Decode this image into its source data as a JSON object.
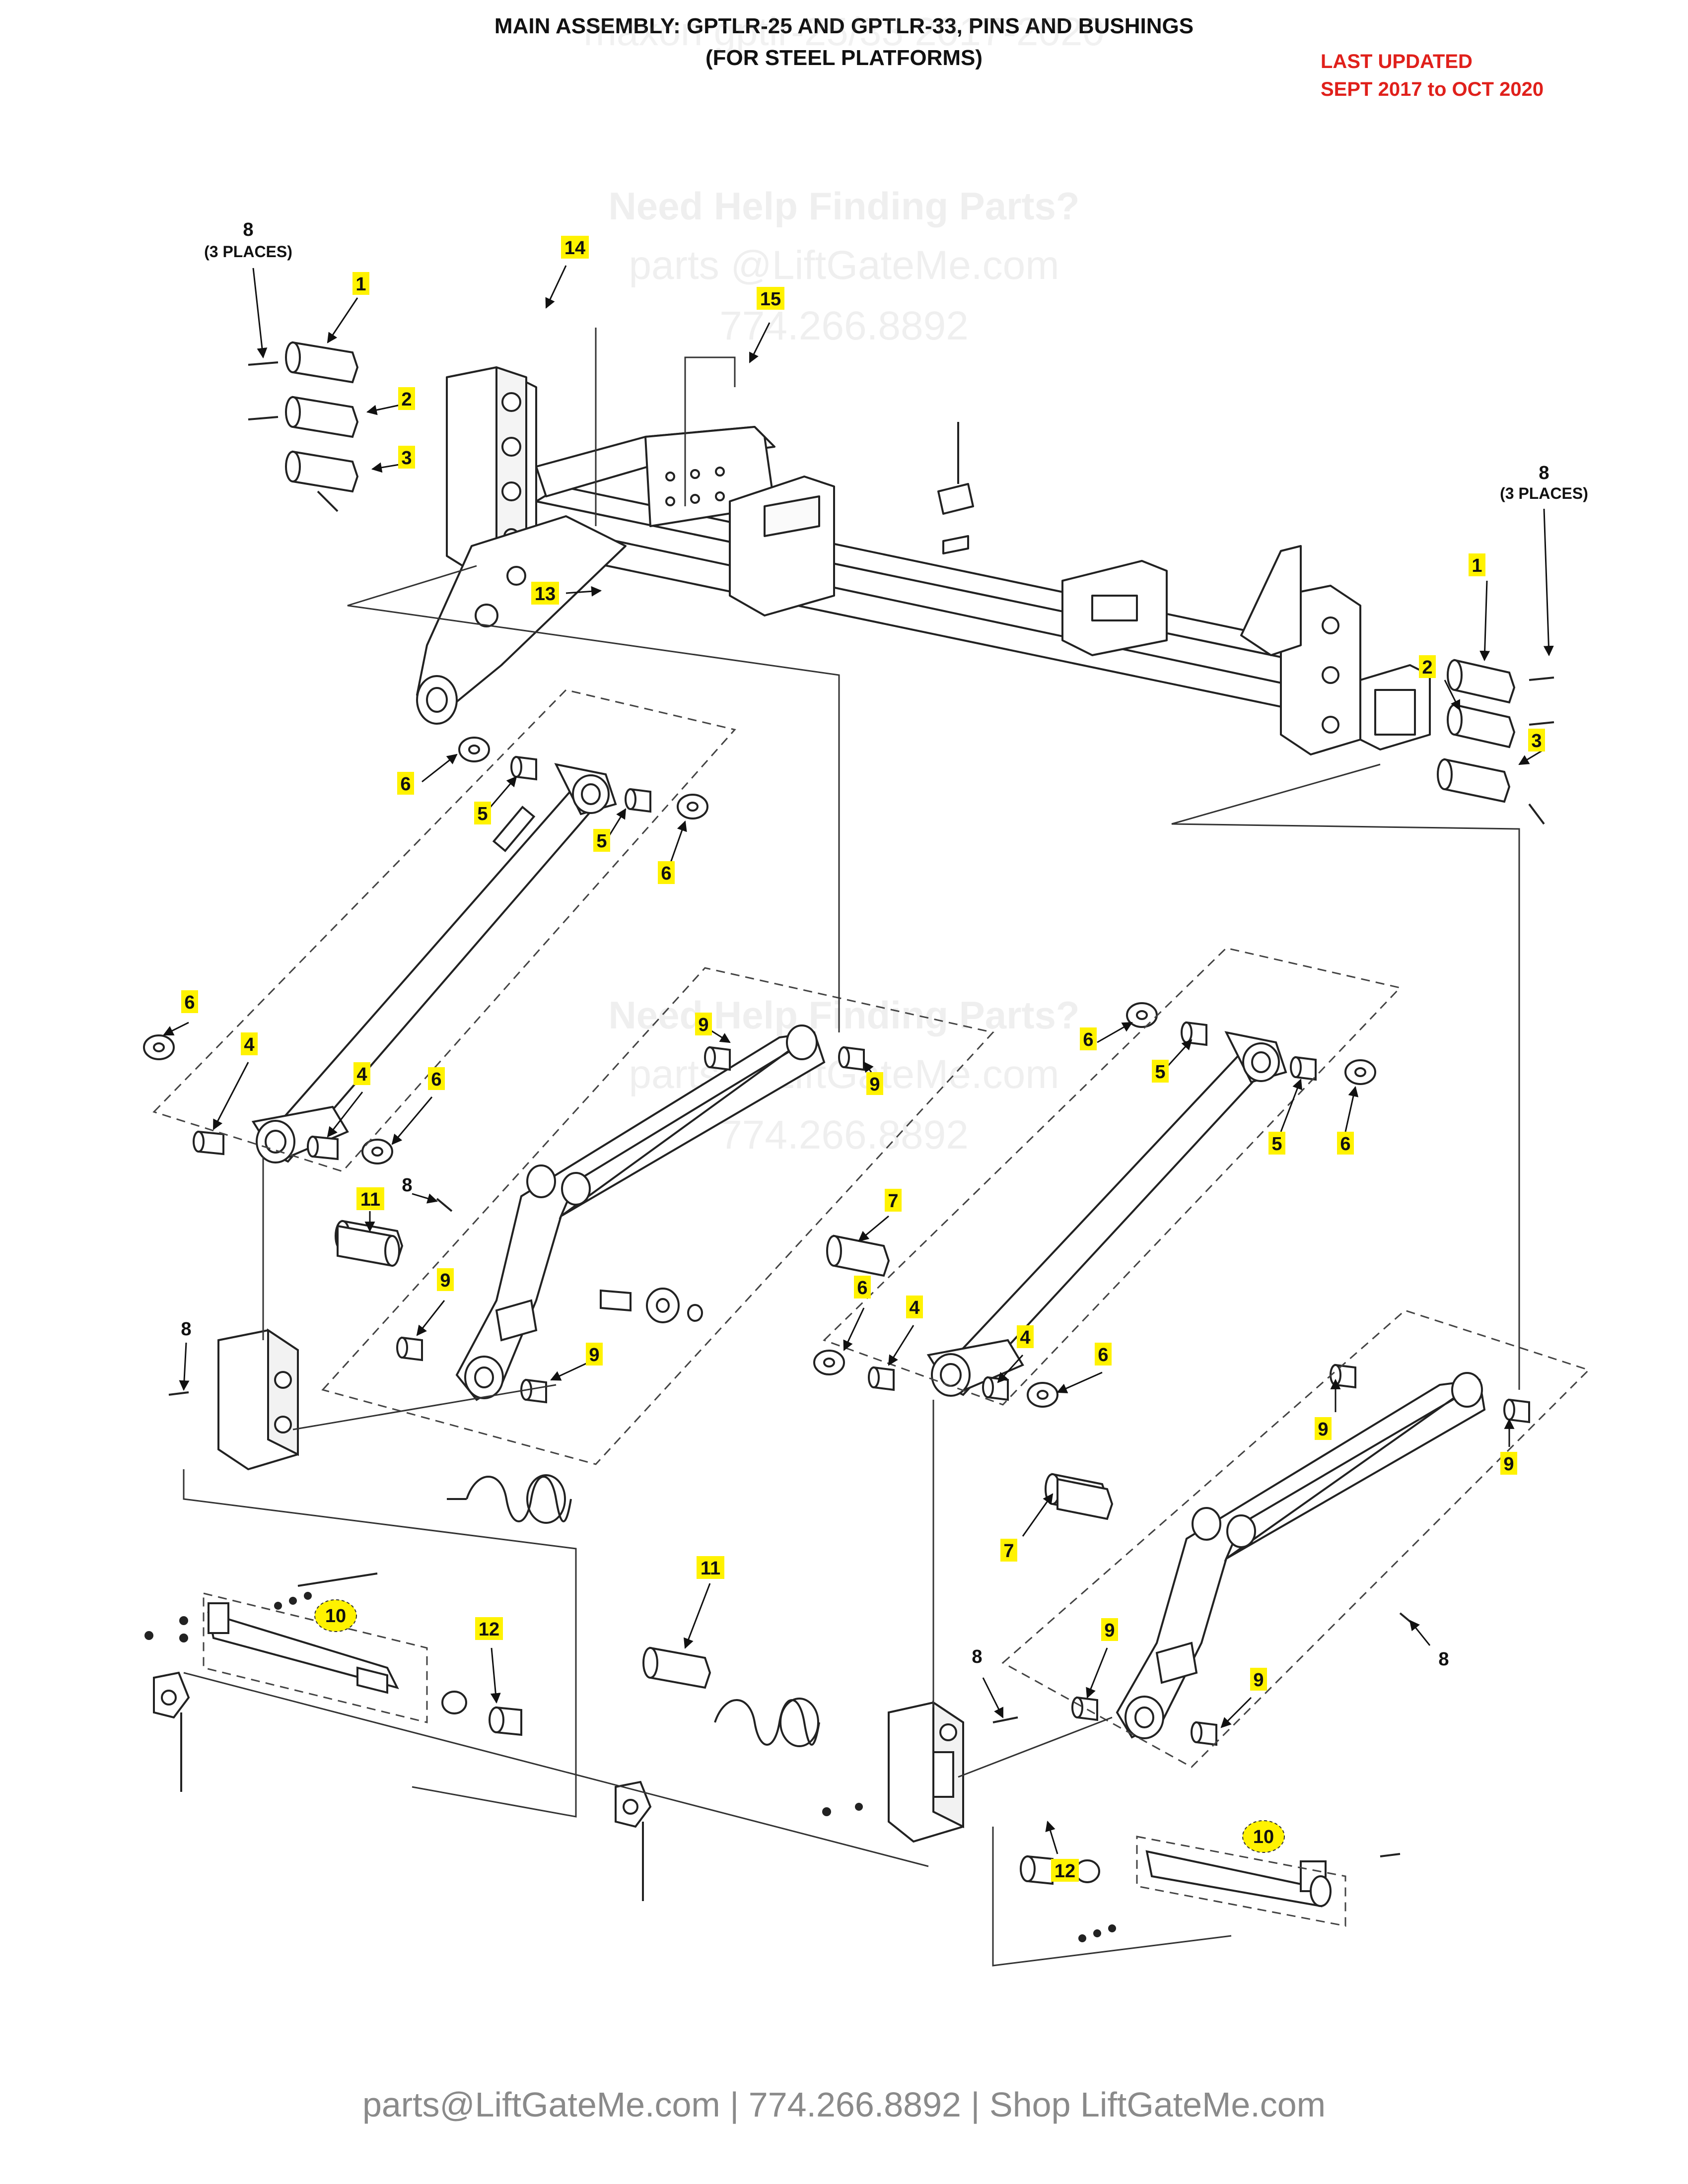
{
  "header": {
    "title_line1": "MAIN ASSEMBLY: GPTLR-25 AND GPTLR-33, PINS AND BUSHINGS",
    "title_line2": "(FOR STEEL PLATFORMS)",
    "ghost_title": "maxon gptlr-25/33 2017-2020",
    "last_updated_line1": "LAST UPDATED",
    "last_updated_line2": "SEPT 2017 to OCT 2020"
  },
  "watermark": {
    "line1": "Need Help Finding Parts?",
    "line2": "parts @LiftGateMe.com",
    "line3": "774.266.8892"
  },
  "footer": {
    "text": "parts@LiftGateMe.com | 774.266.8892 | Shop LiftGateMe.com"
  },
  "colors": {
    "highlight": "#fff200",
    "linework": "#222222",
    "accent_red": "#e0201b"
  },
  "callouts": [
    {
      "label": "8",
      "note": "(3 PLACES)"
    },
    {
      "label": "14"
    },
    {
      "label": "15"
    },
    {
      "label": "1"
    },
    {
      "label": "2"
    },
    {
      "label": "3"
    },
    {
      "label": "13"
    },
    {
      "label": "8",
      "note": "(3 PLACES)"
    },
    {
      "label": "1"
    },
    {
      "label": "2"
    },
    {
      "label": "3"
    },
    {
      "label": "6"
    },
    {
      "label": "5"
    },
    {
      "label": "5"
    },
    {
      "label": "6"
    },
    {
      "label": "6"
    },
    {
      "label": "4"
    },
    {
      "label": "4"
    },
    {
      "label": "6"
    },
    {
      "label": "9"
    },
    {
      "label": "9"
    },
    {
      "label": "6"
    },
    {
      "label": "5"
    },
    {
      "label": "5"
    },
    {
      "label": "6"
    },
    {
      "label": "11"
    },
    {
      "label": "8"
    },
    {
      "label": "7"
    },
    {
      "label": "9"
    },
    {
      "label": "9"
    },
    {
      "label": "8"
    },
    {
      "label": "6"
    },
    {
      "label": "4"
    },
    {
      "label": "4"
    },
    {
      "label": "6"
    },
    {
      "label": "9"
    },
    {
      "label": "9"
    },
    {
      "label": "7"
    },
    {
      "label": "8"
    },
    {
      "label": "9"
    },
    {
      "label": "9"
    },
    {
      "label": "10"
    },
    {
      "label": "12"
    },
    {
      "label": "11"
    },
    {
      "label": "8"
    },
    {
      "label": "12"
    },
    {
      "label": "10"
    }
  ]
}
